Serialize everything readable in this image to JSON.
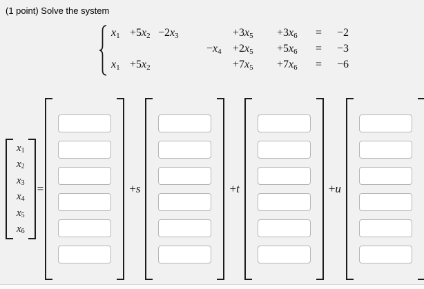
{
  "title": "(1 point) Solve the system",
  "colors": {
    "page_bg": "#f1f1f1",
    "panel_border": "#d9d9d9",
    "input_border": "#b5b5b5",
    "input_bg": "#ffffff",
    "bracket": "#1c1c1c",
    "text": "#111111"
  },
  "system": {
    "rows": [
      {
        "terms": [
          {
            "c": "",
            "v": "x",
            "s": "1"
          },
          {
            "c": "+5",
            "v": "x",
            "s": "2"
          },
          {
            "c": "−2",
            "v": "x",
            "s": "3"
          },
          {
            "c": "",
            "v": "",
            "s": ""
          },
          {
            "c": "+3",
            "v": "x",
            "s": "5"
          },
          {
            "c": "+3",
            "v": "x",
            "s": "6"
          }
        ],
        "eq": "=",
        "rhs": "−2"
      },
      {
        "terms": [
          {
            "c": "",
            "v": "",
            "s": ""
          },
          {
            "c": "",
            "v": "",
            "s": ""
          },
          {
            "c": "",
            "v": "",
            "s": ""
          },
          {
            "c": "−",
            "v": "x",
            "s": "4"
          },
          {
            "c": "+2",
            "v": "x",
            "s": "5"
          },
          {
            "c": "+5",
            "v": "x",
            "s": "6"
          }
        ],
        "eq": "=",
        "rhs": "−3"
      },
      {
        "terms": [
          {
            "c": "",
            "v": "x",
            "s": "1"
          },
          {
            "c": "+5",
            "v": "x",
            "s": "2"
          },
          {
            "c": "",
            "v": "",
            "s": ""
          },
          {
            "c": "",
            "v": "",
            "s": ""
          },
          {
            "c": "+7",
            "v": "x",
            "s": "5"
          },
          {
            "c": "+7",
            "v": "x",
            "s": "6"
          }
        ],
        "eq": "=",
        "rhs": "−6"
      }
    ]
  },
  "x_vector": {
    "entries": [
      {
        "v": "x",
        "s": "1"
      },
      {
        "v": "x",
        "s": "2"
      },
      {
        "v": "x",
        "s": "3"
      },
      {
        "v": "x",
        "s": "4"
      },
      {
        "v": "x",
        "s": "5"
      },
      {
        "v": "x",
        "s": "6"
      }
    ]
  },
  "operators": {
    "equals": "=",
    "period": ".",
    "scalars": [
      {
        "plus": "+",
        "sym": "s"
      },
      {
        "plus": "+",
        "sym": "t"
      },
      {
        "plus": "+",
        "sym": "u"
      }
    ]
  },
  "answer_vectors": [
    {
      "inputs": [
        "",
        "",
        "",
        "",
        "",
        ""
      ]
    },
    {
      "inputs": [
        "",
        "",
        "",
        "",
        "",
        ""
      ]
    },
    {
      "inputs": [
        "",
        "",
        "",
        "",
        "",
        ""
      ]
    },
    {
      "inputs": [
        "",
        "",
        "",
        "",
        "",
        ""
      ]
    }
  ]
}
